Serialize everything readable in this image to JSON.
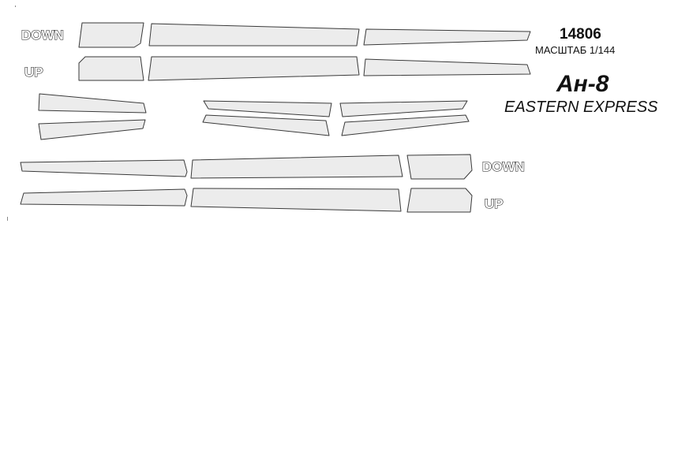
{
  "header": {
    "kit_number": "14806",
    "scale": "МАСШТАБ 1/144",
    "model": "Ан-8",
    "manufacturer": "EASTERN EXPRESS"
  },
  "labels": {
    "top_down": "DOWN",
    "top_up": "UP",
    "bottom_down": "DOWN",
    "bottom_up": "UP"
  },
  "colors": {
    "part_fill": "#ececec",
    "part_stroke": "#3a3a3a",
    "text": "#111111"
  }
}
